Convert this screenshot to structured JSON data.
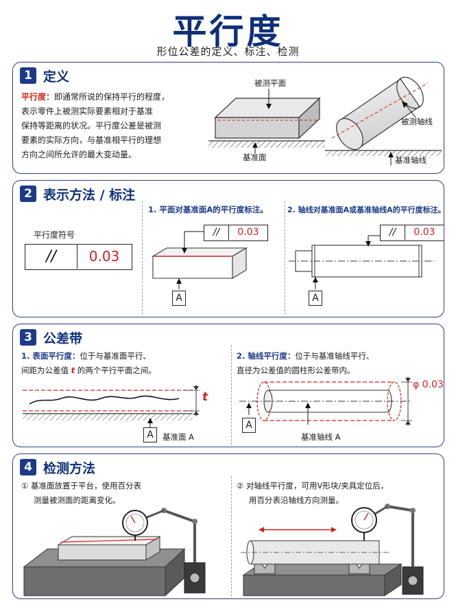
{
  "header": {
    "title": "平行度",
    "subtitle": "形位公差的定义、标注、检测"
  },
  "colors": {
    "navy": "#0e2f7a",
    "accent_blue": "#1c3a8a",
    "red": "#d42020"
  },
  "s1": {
    "num": "1",
    "title": "定义",
    "term": "平行度：",
    "body_line1": "即通常所说的保持平行的程度，",
    "lines": [
      "表示零件上被测实际要素相对于基准",
      "保持等距离的状况。平行度公差是被测",
      "要素的实际方向，与基准相平行的理想",
      "方向之间所允许的最大变动量。"
    ],
    "lbl_measured_plane": "被测平面",
    "lbl_datum_plane": "基准面",
    "lbl_measured_axis": "被测轴线",
    "lbl_datum_axis": "基准轴线"
  },
  "s2": {
    "num": "2",
    "title": "表示方法 / 标注",
    "symbol_label": "平行度符号",
    "symbol": "//",
    "tolerance": "0.03",
    "case1": "1. 平面对基准面A的平行度标注。",
    "case2": "2. 轴线对基准面A或基准轴线A的平行度标注。",
    "datum": "A"
  },
  "s3": {
    "num": "3",
    "title": "公差带",
    "c1_head": "1. 表面平行度：",
    "c1_text1": "位于与基准面平行、",
    "c1_text2a": "间距为公差值 ",
    "c1_t": "t",
    "c1_text2b": " 的两个平行平面之间。",
    "c1_datum_label": "基准面 A",
    "c2_head": "2. 轴线平行度：",
    "c2_text1": "位于与基准轴线平行、",
    "c2_text2": "直径为公差值的圆柱形公差带内。",
    "c2_dim": "φ 0.03",
    "c2_datum_label": "基准轴线 A",
    "t_label": "t",
    "datum": "A"
  },
  "s4": {
    "num": "4",
    "title": "检测方法",
    "m1_line1": "① 基准面放置于平台，使用百分表",
    "m1_line2": "测量被测面的距离变化。",
    "m2_line1": "② 对轴线平行度，可用V形块/夹具定位后，",
    "m2_line2": "用百分表沿轴线方向测量。"
  }
}
